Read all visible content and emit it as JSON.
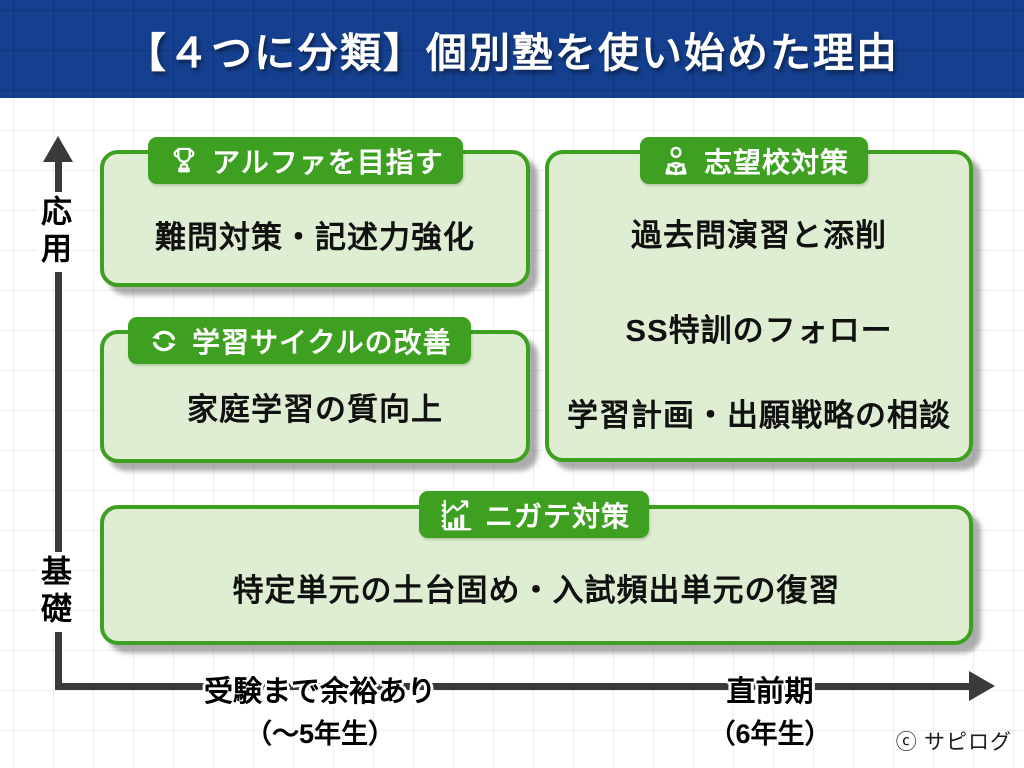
{
  "header": {
    "title": "【４つに分類】個別塾を使い始めた理由"
  },
  "quadrants": {
    "alpha": {
      "badge": "アルファを目指す",
      "icon": "trophy-icon",
      "lines": [
        "難問対策・記述力強化"
      ]
    },
    "school": {
      "badge": "志望校対策",
      "icon": "reading-person-icon",
      "lines": [
        "過去問演習と添削",
        "SS特訓のフォロー",
        "学習計画・出願戦略の相談"
      ]
    },
    "cycle": {
      "badge": "学習サイクルの改善",
      "icon": "cycle-icon",
      "lines": [
        "家庭学習の質向上"
      ]
    },
    "weak": {
      "badge": "ニガテ対策",
      "icon": "chart-icon",
      "lines": [
        "特定単元の土台固め・入試頻出単元の復習"
      ]
    }
  },
  "axes": {
    "y_top_label": "応用",
    "y_bottom_label": "基礎",
    "x_left_label": "受験まで余裕あり",
    "x_left_sublabel": "（～5年生）",
    "x_right_label": "直前期",
    "x_right_sublabel": "（6年生）"
  },
  "footer": {
    "credit": "ⓒ サピログ"
  },
  "colors": {
    "banner_blue": "#15408F",
    "badge_green": "#3DA021",
    "card_fill": "#DCECD2",
    "axis_dark": "#3A3A3A"
  }
}
